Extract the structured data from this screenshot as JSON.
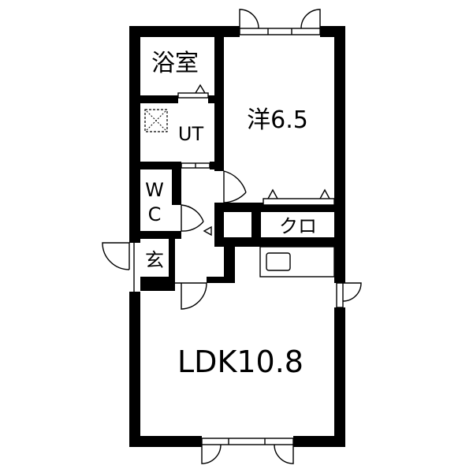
{
  "rooms": {
    "bath": "浴室",
    "ut": "UT",
    "wc_w": "W",
    "wc_c": "C",
    "genkan": "玄",
    "western": "洋6.5",
    "closet": "クロ",
    "ldk": "LDK10.8"
  }
}
